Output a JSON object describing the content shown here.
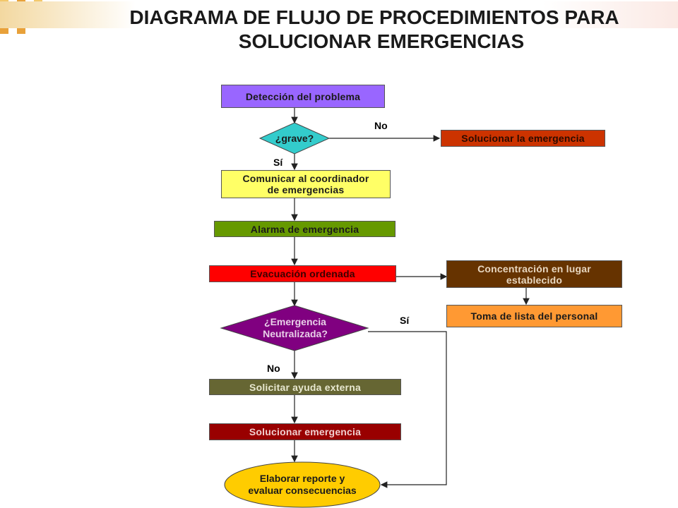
{
  "title": {
    "line1": "DIAGRAMA DE FLUJO DE PROCEDIMIENTOS PARA",
    "line2": "SOLUCIONAR EMERGENCIAS"
  },
  "nodes": {
    "deteccion": "Detección del problema",
    "grave": "¿grave?",
    "solucionar_emergencia_1": "Solucionar la emergencia",
    "comunicar": [
      "Comunicar al coordinador",
      "de emergencias"
    ],
    "alarma": "Alarma de emergencia",
    "evacuacion": "Evacuación ordenada",
    "concentracion": [
      "Concentración en lugar",
      "establecido"
    ],
    "toma_lista": "Toma de lista del personal",
    "neutralizada": [
      "¿Emergencia",
      "Neutralizada?"
    ],
    "ayuda_externa": "Solicitar ayuda externa",
    "solucionar_emergencia_2": "Solucionar emergencia",
    "reporte": [
      "Elaborar reporte y",
      "evaluar consecuencias"
    ]
  },
  "edge_labels": {
    "grave_no": "No",
    "grave_si": "Sí",
    "neutralizada_si": "Sí",
    "neutralizada_no": "No"
  },
  "colors": {
    "deteccion": "#9966ff",
    "grave": "#33cccc",
    "solucionar_emergencia_1": "#cc3300",
    "comunicar": "#ffff66",
    "alarma": "#669900",
    "evacuacion": "#ff0000",
    "concentracion": "#663300",
    "toma_lista": "#ff9933",
    "neutralizada": "#800080",
    "ayuda_externa": "#666633",
    "solucionar_emergencia_2": "#990000",
    "reporte": "#ffcc00",
    "deco_orange": "#e8a13a",
    "deco_gold": "#f3c86b"
  }
}
